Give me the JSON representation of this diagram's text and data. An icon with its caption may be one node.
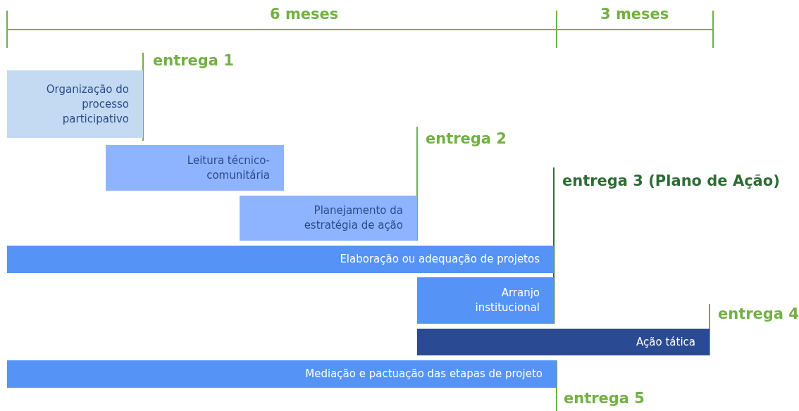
{
  "diagram": {
    "nodes": [
      {
        "text": [
          "Organização do processo participativo"
        ],
        "beside": [
          "entrega 1"
        ]
      },
      {
        "text": [
          "Leitura técnico-comunitária"
        ]
      },
      {
        "text": [
          "Planejamento da estratégia de ação"
        ],
        "beside": [
          "entrega 2"
        ]
      },
      {
        "text": [
          "Elaboração ou adequação de projetos"
        ]
      },
      {
        "text": [
          "Arranjo institucional"
        ]
      },
      {
        "text": [
          "Ação tática"
        ],
        "beside": [
          "entrega 4"
        ]
      },
      {
        "text": [
          "Mediação e pactuação das etapas de projeto"
        ],
        "beside": [
          "entrega 5"
        ]
      }
    ],
    "labels": [
      "6 meses",
      "3 meses",
      "entrega 3 (Plano de Ação)"
    ]
  }
}
